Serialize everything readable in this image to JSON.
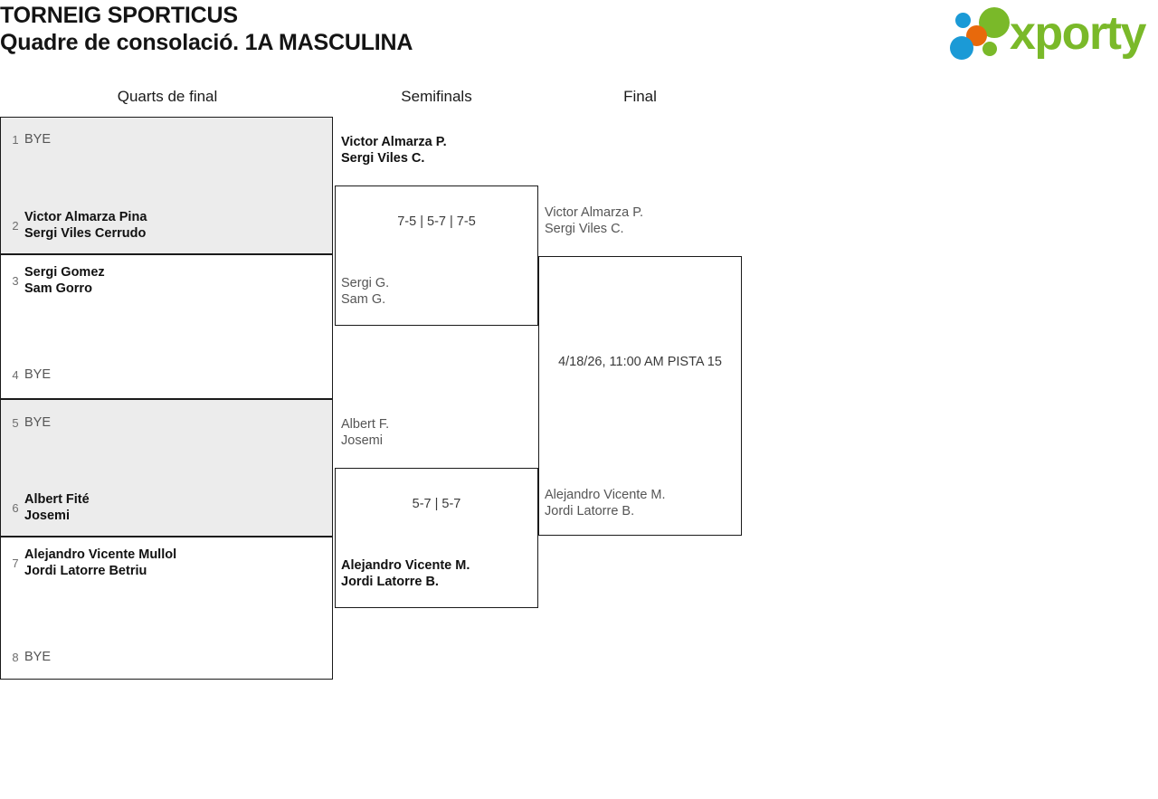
{
  "header": {
    "tournament": "TORNEIG SPORTICUS",
    "subtitle": "Quadre de consolació. 1A MASCULINA",
    "logo": {
      "wordmark": "xporty",
      "green": "#7ab929",
      "blue": "#1b9ad6",
      "orange": "#e8690b"
    }
  },
  "columns": {
    "quarterfinals": "Quarts de final",
    "semifinals": "Semifinals",
    "final": "Final"
  },
  "round1": {
    "slots": [
      {
        "seed": "1",
        "p1": "BYE",
        "p2": "",
        "state": "bye"
      },
      {
        "seed": "2",
        "p1": "Victor Almarza Pina",
        "p2": "Sergi Viles Cerrudo",
        "state": "winner"
      },
      {
        "seed": "3",
        "p1": "Sergi Gomez",
        "p2": "Sam Gorro",
        "state": "winner"
      },
      {
        "seed": "4",
        "p1": "BYE",
        "p2": "",
        "state": "bye"
      },
      {
        "seed": "5",
        "p1": "BYE",
        "p2": "",
        "state": "bye"
      },
      {
        "seed": "6",
        "p1": "Albert Fité",
        "p2": "Josemi",
        "state": "winner"
      },
      {
        "seed": "7",
        "p1": "Alejandro Vicente Mullol",
        "p2": "Jordi Latorre Betriu",
        "state": "winner"
      },
      {
        "seed": "8",
        "p1": "BYE",
        "p2": "",
        "state": "bye"
      }
    ]
  },
  "semifinals": [
    {
      "score": "7-5 | 5-7 | 7-5",
      "winner": {
        "p1": "Victor Almarza P.",
        "p2": "Sergi Viles C."
      },
      "loser": {
        "p1": "Sergi G.",
        "p2": "Sam G."
      }
    },
    {
      "score": "5-7 | 5-7",
      "winner": {
        "p1": "Alejandro Vicente M.",
        "p2": "Jordi Latorre B."
      },
      "loser": {
        "p1": "Albert F.",
        "p2": "Josemi"
      }
    }
  ],
  "final": {
    "schedule": "4/18/26, 11:00 AM PISTA 15",
    "top": {
      "p1": "Victor Almarza P.",
      "p2": "Sergi Viles C."
    },
    "bottom": {
      "p1": "Alejandro Vicente M.",
      "p2": "Jordi Latorre B."
    }
  }
}
